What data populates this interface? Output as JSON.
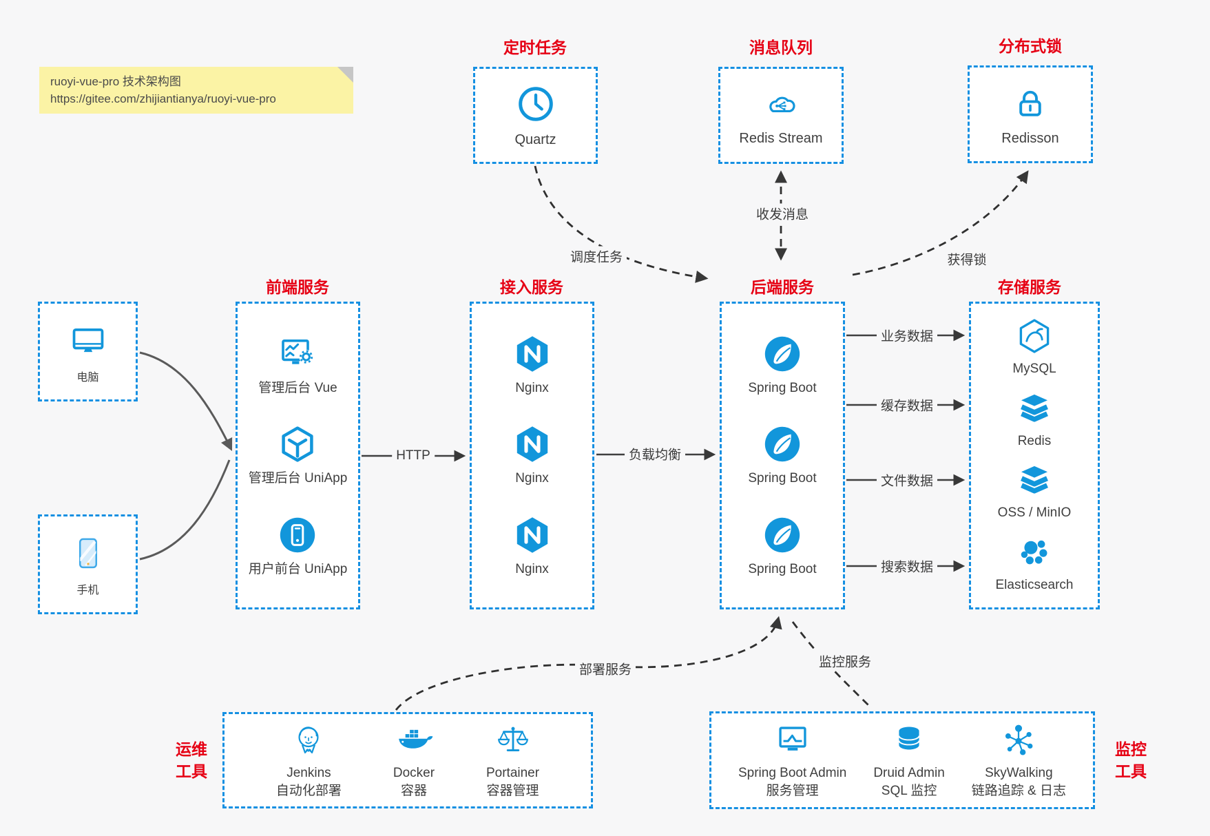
{
  "note": {
    "line1": "ruoyi-vue-pro 技术架构图",
    "line2": "https://gitee.com/zhijiantianya/ruoyi-vue-pro"
  },
  "colors": {
    "accent_blue": "#1296db",
    "border_blue": "#1690e2",
    "title_red": "#e60014",
    "line_dark": "#3a3a3a",
    "note_yellow": "#fbf3a5",
    "background": "#f7f7f8"
  },
  "top_groups": [
    {
      "title": "定时任务",
      "icon": "clock-icon",
      "label": "Quartz"
    },
    {
      "title": "消息队列",
      "icon": "cloud-stream-icon",
      "label": "Redis Stream"
    },
    {
      "title": "分布式锁",
      "icon": "lock-icon",
      "label": "Redisson"
    }
  ],
  "clients": [
    {
      "icon": "desktop-icon",
      "label": "电脑"
    },
    {
      "icon": "phone-icon",
      "label": "手机"
    }
  ],
  "columns": [
    {
      "title": "前端服务",
      "items": [
        {
          "icon": "admin-vue-icon",
          "label": "管理后台 Vue"
        },
        {
          "icon": "uniapp-cube-icon",
          "label": "管理后台 UniApp"
        },
        {
          "icon": "user-app-icon",
          "label": "用户前台 UniApp"
        }
      ]
    },
    {
      "title": "接入服务",
      "items": [
        {
          "icon": "nginx-icon",
          "label": "Nginx"
        },
        {
          "icon": "nginx-icon",
          "label": "Nginx"
        },
        {
          "icon": "nginx-icon",
          "label": "Nginx"
        }
      ]
    },
    {
      "title": "后端服务",
      "items": [
        {
          "icon": "spring-icon",
          "label": "Spring Boot"
        },
        {
          "icon": "spring-icon",
          "label": "Spring Boot"
        },
        {
          "icon": "spring-icon",
          "label": "Spring Boot"
        }
      ]
    },
    {
      "title": "存储服务",
      "items": [
        {
          "icon": "mysql-icon",
          "label": "MySQL"
        },
        {
          "icon": "redis-stack-icon",
          "label": "Redis"
        },
        {
          "icon": "storage-stack-icon",
          "label": "OSS / MinIO"
        },
        {
          "icon": "elasticsearch-icon",
          "label": "Elasticsearch"
        }
      ]
    }
  ],
  "edges": {
    "http": "HTTP",
    "load_balance": "负载均衡",
    "business_data": "业务数据",
    "cache_data": "缓存数据",
    "file_data": "文件数据",
    "search_data": "搜索数据",
    "schedule": "调度任务",
    "message": "收发消息",
    "lock": "获得锁",
    "deploy": "部署服务",
    "monitor": "监控服务"
  },
  "ops": {
    "side": [
      "运维",
      "工具"
    ],
    "items": [
      {
        "icon": "jenkins-icon",
        "label": "Jenkins",
        "sub": "自动化部署"
      },
      {
        "icon": "docker-icon",
        "label": "Docker",
        "sub": "容器"
      },
      {
        "icon": "portainer-icon",
        "label": "Portainer",
        "sub": "容器管理"
      }
    ]
  },
  "monitoring": {
    "side": [
      "监控",
      "工具"
    ],
    "items": [
      {
        "icon": "spring-admin-icon",
        "label": "Spring Boot Admin",
        "sub": "服务管理"
      },
      {
        "icon": "druid-icon",
        "label": "Druid Admin",
        "sub": "SQL 监控"
      },
      {
        "icon": "skywalking-icon",
        "label": "SkyWalking",
        "sub": "链路追踪 & 日志"
      }
    ]
  }
}
